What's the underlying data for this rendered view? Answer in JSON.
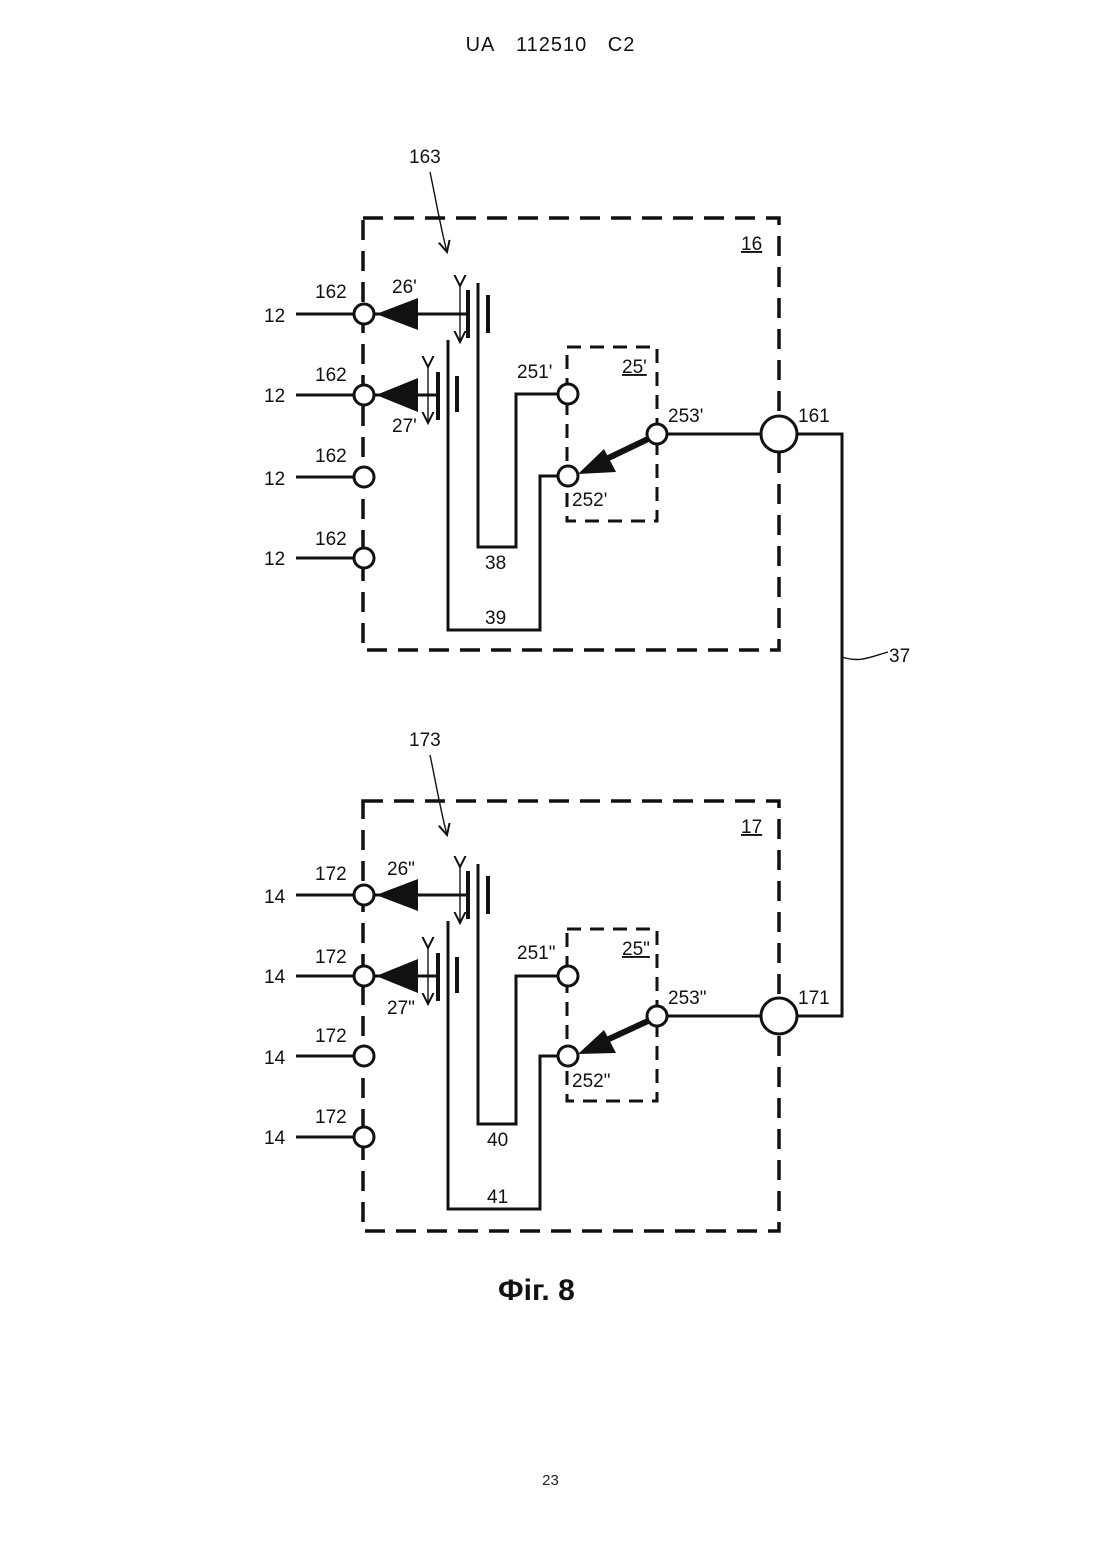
{
  "header": {
    "country": "UA",
    "number": "112510",
    "kind": "C2"
  },
  "figure": {
    "caption": "Фiг. 8",
    "upper": {
      "box": "16",
      "arrow": "163",
      "port": "161",
      "inputs": [
        "12",
        "12",
        "12",
        "12"
      ],
      "terminals": [
        "162",
        "162",
        "162",
        "162"
      ],
      "switch_a": "26'",
      "switch_b": "27'",
      "sub": "25'",
      "c1": "251'",
      "c2": "252'",
      "c3": "253'",
      "loop_inner": "38",
      "loop_outer": "39"
    },
    "lower": {
      "box": "17",
      "arrow": "173",
      "port": "171",
      "inputs": [
        "14",
        "14",
        "14",
        "14"
      ],
      "terminals": [
        "172",
        "172",
        "172",
        "172"
      ],
      "switch_a": "26\"",
      "switch_b": "27\"",
      "sub": "25\"",
      "c1": "251\"",
      "c2": "252\"",
      "c3": "253\"",
      "loop_inner": "40",
      "loop_outer": "41"
    },
    "link": "37"
  },
  "page_number": "23"
}
